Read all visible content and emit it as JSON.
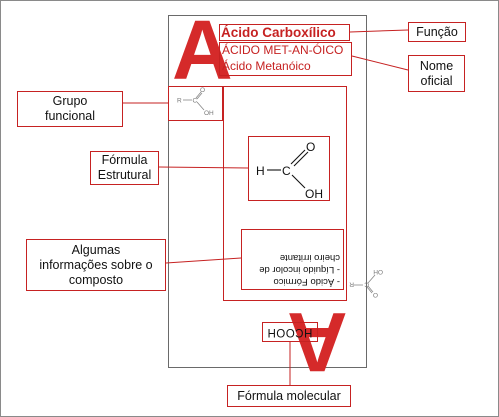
{
  "card": {
    "letter": "A",
    "name_main": "Ácido Carboxílico",
    "name_alt1": "ÁCIDO MET-AN-ÓICO",
    "name_alt2": "Ácido Metanóico",
    "info_line1": "- Ácido Fórmico",
    "info_line2": "- Líquido incolor de",
    "info_line3": "cheiro irritante",
    "molecular_formula": "HCOOH"
  },
  "functional_group": {
    "r": "R",
    "c": "C",
    "o": "O",
    "oh": "OH"
  },
  "structural_formula": {
    "h": "H",
    "c": "C",
    "o": "O",
    "oh": "OH"
  },
  "labels": {
    "funcao": "Função",
    "nome_oficial_1": "Nome",
    "nome_oficial_2": "oficial",
    "grupo_funcional_1": "Grupo",
    "grupo_funcional_2": "funcional",
    "formula_estrutural_1": "Fórmula",
    "formula_estrutural_2": "Estrutural",
    "algumas_info_1": "Algumas",
    "algumas_info_2": "informações sobre o",
    "algumas_info_3": "composto",
    "formula_molecular": "Fórmula molecular"
  },
  "colors": {
    "accent": "#c62222",
    "letter": "#d52a2a"
  }
}
